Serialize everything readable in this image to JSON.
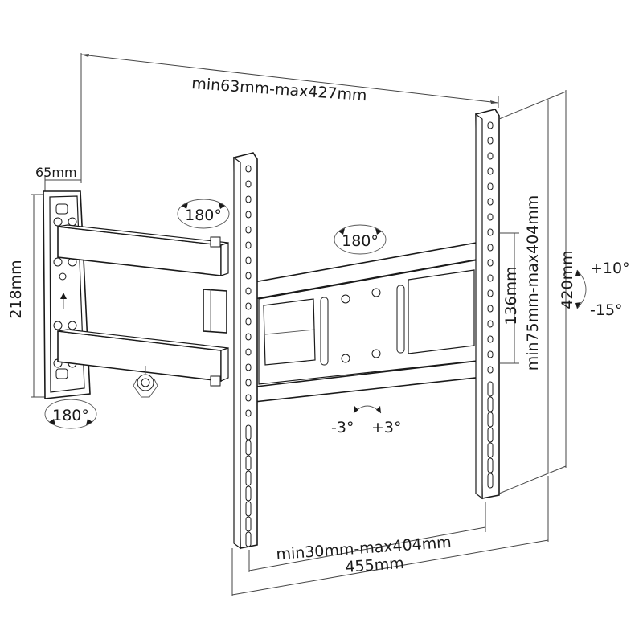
{
  "dimensions": {
    "overall_depth": "min63mm-max427mm",
    "wall_plate_depth": "65mm",
    "wall_plate_height": "218mm",
    "vesa_vertical": "min75mm-max404mm",
    "vesa_rail_spacing": "136mm",
    "bracket_height": "420mm",
    "vesa_horizontal": "min30mm-max404mm",
    "bracket_width": "455mm"
  },
  "rotations": {
    "arm_joint": "180°",
    "center_pivot": "180°",
    "wall_pivot": "180°",
    "tilt_up": "+10°",
    "tilt_down": "-15°",
    "level_left": "-3°",
    "level_right": "+3°"
  },
  "colors": {
    "line": "#1a1a1a",
    "fill": "#ffffff"
  }
}
